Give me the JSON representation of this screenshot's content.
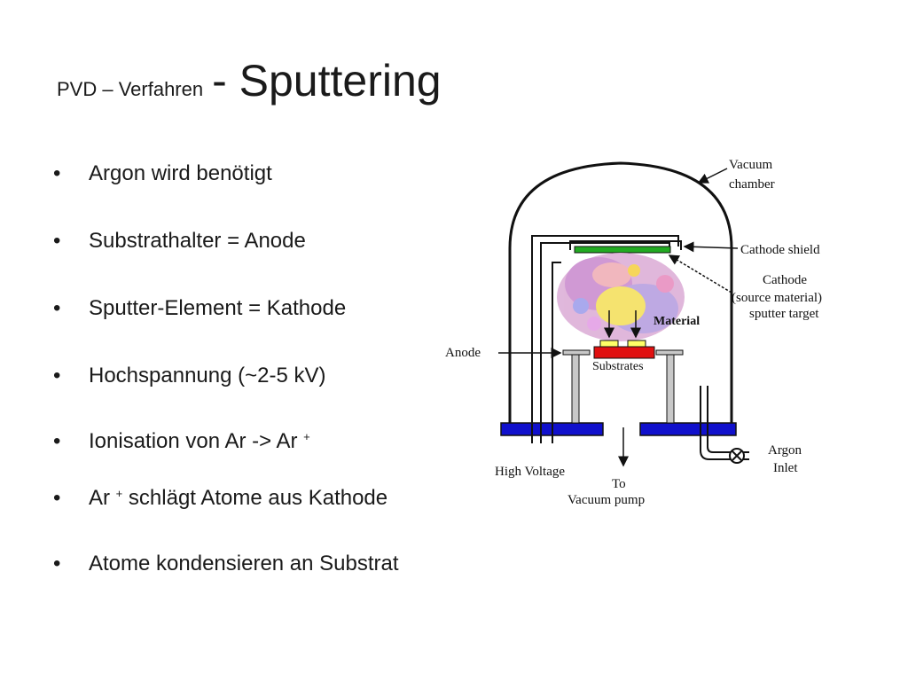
{
  "slide": {
    "title_small": "PVD – Verfahren",
    "title_big": "- Sputtering"
  },
  "bullets": [
    {
      "text": "Argon wird benötigt"
    },
    {
      "text": "Substrathalter = Anode"
    },
    {
      "text": "Sputter-Element = Kathode"
    },
    {
      "text": "Hochspannung (~2-5 kV)"
    },
    {
      "text": "Ionisation von Ar -> Ar",
      "sup": "+"
    },
    {
      "text_after": " schlägt Atome aus Kathode",
      "prefix": "Ar",
      "sup": "+"
    },
    {
      "text": "Atome kondensieren an Substrat"
    }
  ],
  "bullet_symbol": "•",
  "diagram": {
    "labels": {
      "vacuum_chamber_1": "Vacuum",
      "vacuum_chamber_2": "chamber",
      "cathode_shield": "Cathode shield",
      "cathode_1": "Cathode",
      "cathode_2": "(source material)",
      "cathode_3": "sputter target",
      "material": "Material",
      "anode": "Anode",
      "substrates": "Substrates",
      "high_voltage": "High Voltage",
      "to": "To",
      "vacuum_pump": "Vacuum pump",
      "argon": "Argon",
      "inlet": "Inlet"
    },
    "colors": {
      "cathode": "#22aa22",
      "substrate_holder": "#e01010",
      "substrate": "#ffff66",
      "base_plate": "#1010cc",
      "anode_post": "#c8c8c8"
    }
  }
}
